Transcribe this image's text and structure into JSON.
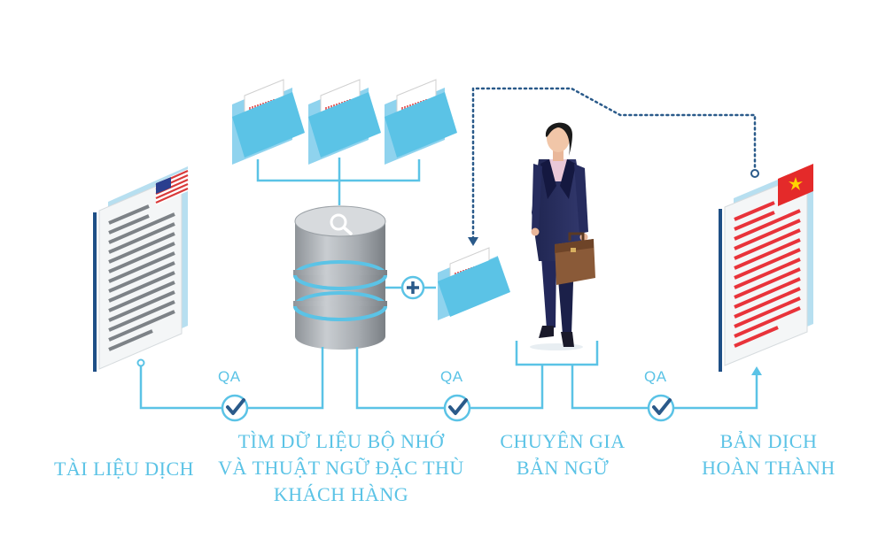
{
  "colors": {
    "accent": "#5bc3e6",
    "line": "#5bc3e6",
    "dotted": "#2a5a8a",
    "check": "#2a5a8a",
    "folder": "#5bc3e6",
    "document_text_source": "#7d8287",
    "document_text_target": "#e8333a"
  },
  "qa_labels": [
    "QA",
    "QA",
    "QA"
  ],
  "steps": [
    {
      "caption": "TÀI LIỆU DỊCH"
    },
    {
      "caption": "TÌM DỮ LIỆU BỘ NHỚ\nVÀ THUẬT NGỮ ĐẶC THÙ\nKHÁCH HÀNG"
    },
    {
      "caption": "CHUYÊN GIA\nBẢN NGỮ"
    },
    {
      "caption": "BẢN DỊCH\nHOÀN THÀNH"
    }
  ],
  "icons": {
    "source_document": "us-flag-document-icon",
    "database": "database-search-icon",
    "folders": "folder-icon",
    "expert": "businesswoman-icon",
    "target_document": "vietnam-flag-document-icon",
    "plus": "plus-icon",
    "check": "check-icon"
  }
}
